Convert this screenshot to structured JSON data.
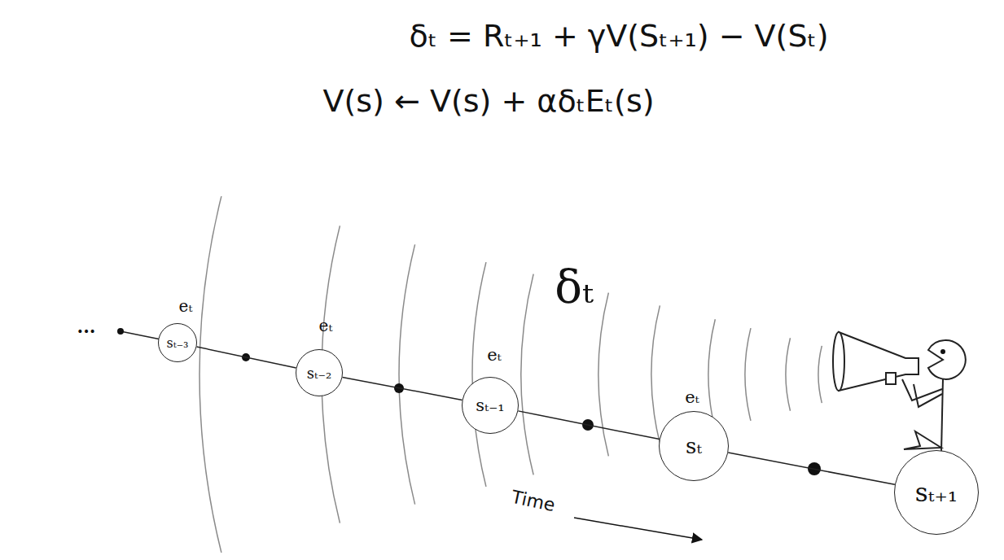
{
  "diagram": {
    "nodes": [
      {
        "text": [
          "sₜ₋₃"
        ]
      },
      {
        "text": [
          "sₜ₋₂"
        ]
      },
      {
        "text": [
          "sₜ₋₁"
        ]
      },
      {
        "text": [
          "sₜ"
        ]
      },
      {
        "text": [
          "sₜ₊₁"
        ]
      }
    ],
    "edges": [
      {
        "from": 0,
        "to": 1,
        "arrow": "none"
      },
      {
        "from": 1,
        "to": 2,
        "arrow": "none"
      },
      {
        "from": 2,
        "to": 3,
        "arrow": "none"
      },
      {
        "from": 3,
        "to": 4,
        "arrow": "none"
      }
    ],
    "labels": [
      "δₜ = Rₜ₊₁ + γV(Sₜ₊₁) − V(Sₜ)",
      "V(s) ← V(s) + αδₜEₜ(s)",
      "...",
      "eₜ",
      "eₜ",
      "eₜ",
      "eₜ",
      "δₜ",
      "Time"
    ]
  }
}
